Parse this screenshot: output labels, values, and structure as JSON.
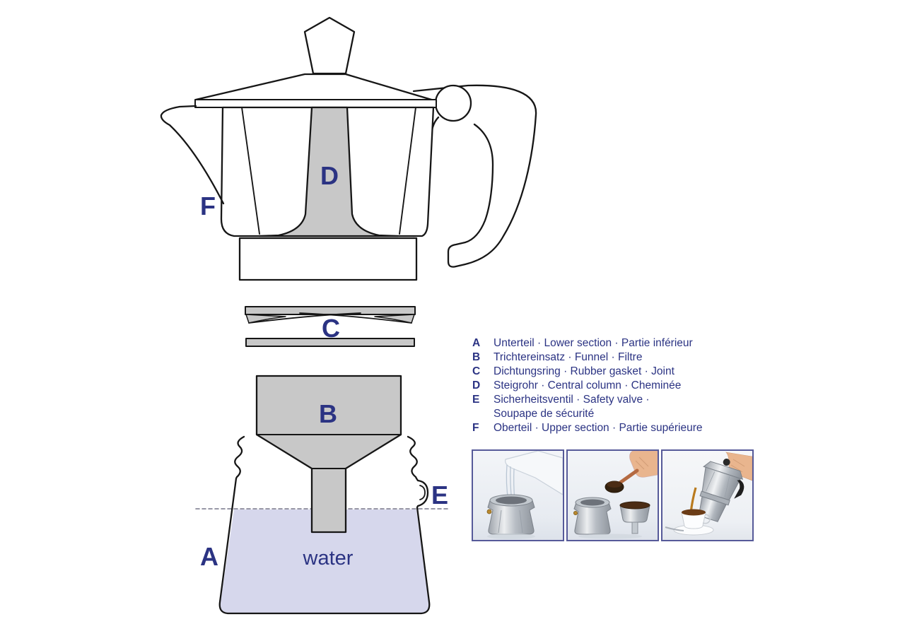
{
  "diagram": {
    "part_labels": {
      "upper_section": "F",
      "central_column": "D",
      "gasket": "C",
      "funnel": "B",
      "lower_section": "A",
      "safety_valve": "E"
    },
    "water_label": "water"
  },
  "legend": {
    "rows": [
      {
        "letter": "A",
        "text": "Unterteil · Lower section · Partie inférieur"
      },
      {
        "letter": "B",
        "text": "Trichtereinsatz · Funnel · Filtre"
      },
      {
        "letter": "C",
        "text": "Dichtungsring · Rubber gasket · Joint"
      },
      {
        "letter": "D",
        "text": "Steigrohr · Central column · Cheminée"
      },
      {
        "letter": "E",
        "text": "Sicherheitsventil · Safety valve ·"
      },
      {
        "letter": "",
        "text": "Soupape de sécurité"
      },
      {
        "letter": "F",
        "text": "Oberteil · Upper section · Partie supérieure"
      }
    ]
  },
  "photos": [
    {
      "name": "pouring-water-into-lower-section"
    },
    {
      "name": "filling-funnel-with-coffee"
    },
    {
      "name": "pouring-coffee-into-cup"
    }
  ],
  "colors": {
    "label_navy": "#2b3383",
    "part_gray": "#c8c8c8",
    "water_lavender": "#d6d7ec",
    "outline": "#161616",
    "photo_border": "#565a99"
  }
}
